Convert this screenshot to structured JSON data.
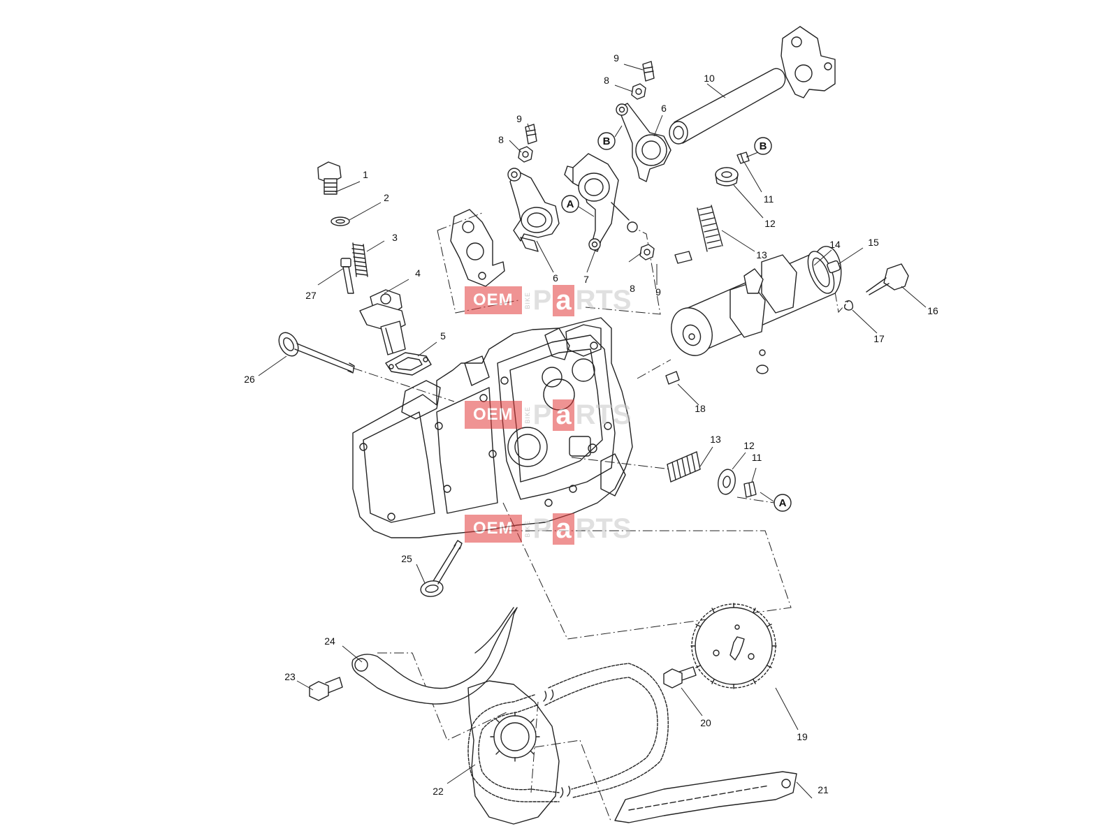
{
  "watermark": {
    "oem": "OEM",
    "bike": "BIKE",
    "parts_p": "P",
    "parts_a": "a",
    "parts_rest": "RTS"
  },
  "colors": {
    "watermark_red": "#e23b3b",
    "line": "#222222"
  },
  "callouts": [
    {
      "id": "c1",
      "label": "1"
    },
    {
      "id": "c2",
      "label": "2"
    },
    {
      "id": "c3",
      "label": "3"
    },
    {
      "id": "c4",
      "label": "4"
    },
    {
      "id": "c5",
      "label": "5"
    },
    {
      "id": "c6a",
      "label": "6"
    },
    {
      "id": "c6b",
      "label": "6"
    },
    {
      "id": "c7",
      "label": "7"
    },
    {
      "id": "c8a",
      "label": "8"
    },
    {
      "id": "c8b",
      "label": "8"
    },
    {
      "id": "c8c",
      "label": "8"
    },
    {
      "id": "c9a",
      "label": "9"
    },
    {
      "id": "c9b",
      "label": "9"
    },
    {
      "id": "c9c",
      "label": "9"
    },
    {
      "id": "c10",
      "label": "10"
    },
    {
      "id": "c11a",
      "label": "11"
    },
    {
      "id": "c11b",
      "label": "11"
    },
    {
      "id": "c12a",
      "label": "12"
    },
    {
      "id": "c12b",
      "label": "12"
    },
    {
      "id": "c13a",
      "label": "13"
    },
    {
      "id": "c13b",
      "label": "13"
    },
    {
      "id": "c14",
      "label": "14"
    },
    {
      "id": "c15",
      "label": "15"
    },
    {
      "id": "c16",
      "label": "16"
    },
    {
      "id": "c17",
      "label": "17"
    },
    {
      "id": "c18",
      "label": "18"
    },
    {
      "id": "c19",
      "label": "19"
    },
    {
      "id": "c20",
      "label": "20"
    },
    {
      "id": "c21",
      "label": "21"
    },
    {
      "id": "c22",
      "label": "22"
    },
    {
      "id": "c23",
      "label": "23"
    },
    {
      "id": "c24",
      "label": "24"
    },
    {
      "id": "c25",
      "label": "25"
    },
    {
      "id": "c26",
      "label": "26"
    },
    {
      "id": "c27",
      "label": "27"
    }
  ],
  "markers": [
    {
      "id": "mA1",
      "label": "A"
    },
    {
      "id": "mA2",
      "label": "A"
    },
    {
      "id": "mB1",
      "label": "B"
    },
    {
      "id": "mB2",
      "label": "B"
    }
  ]
}
